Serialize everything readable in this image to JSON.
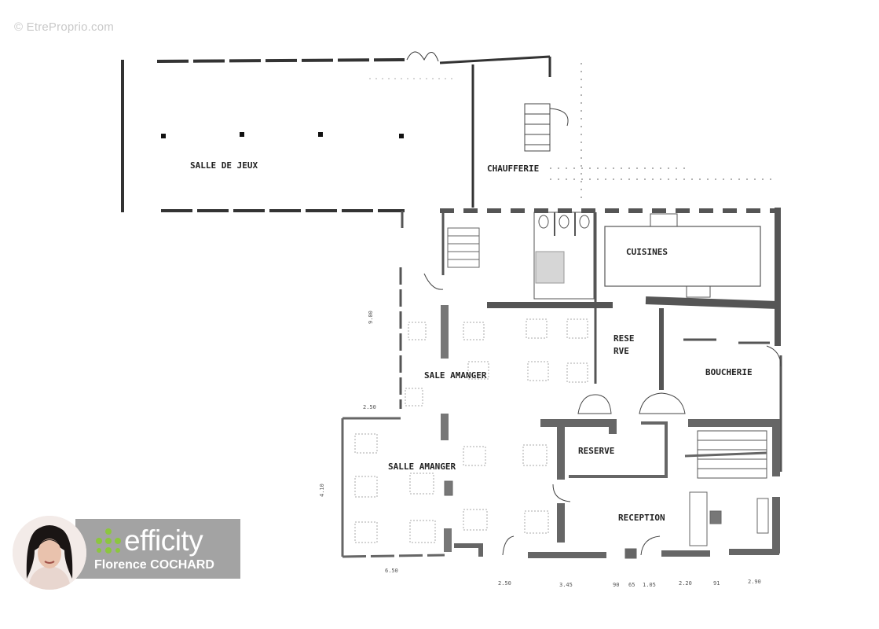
{
  "watermark": "© EtreProprio.com",
  "rooms": {
    "salle_de_jeux": "SALLE DE JEUX",
    "chaufferie": "CHAUFFERIE",
    "cuisines": "CUISINES",
    "reserve_1": "RESE",
    "reserve_2": "RVE",
    "sale_amanger": "SALE AMANGER",
    "boucherie": "BOUCHERIE",
    "reserve": "RESERVE",
    "salle_amanger": "SALLE AMANGER",
    "reception": "RECEPTION"
  },
  "dimensions": {
    "d_left_900": "9.00",
    "d_250": "2.50",
    "d_left_410": "4.10",
    "bottom_650": "6.50",
    "bottom_a": "2.50",
    "bottom_345": "3.45",
    "bottom_90": "90",
    "bottom_65": "65",
    "bottom_105": "1.05",
    "bottom_220": "2.20",
    "bottom_91": "91",
    "bottom_290": "2.90"
  },
  "agent": {
    "brand": "efficity",
    "name": "Florence COCHARD",
    "accent_color": "#8cc63f"
  }
}
